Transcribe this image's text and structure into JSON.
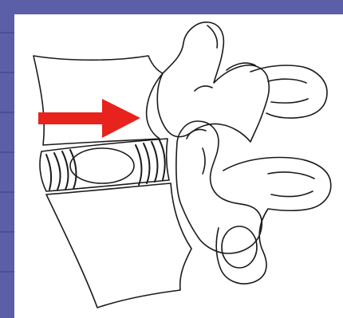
{
  "image": {
    "subject": "lumbar-vertebrae-line-drawing",
    "colors": {
      "frame": "#5a5fa8",
      "background": "#ffffff",
      "line": "#1a1a1a",
      "arrow": "#e8221c"
    },
    "elements": [
      "vertebral-body-upper",
      "vertebral-body-lower",
      "intervertebral-disc",
      "spinous-process-upper",
      "spinous-process-lower",
      "facet-joint",
      "pointing-arrow"
    ]
  }
}
